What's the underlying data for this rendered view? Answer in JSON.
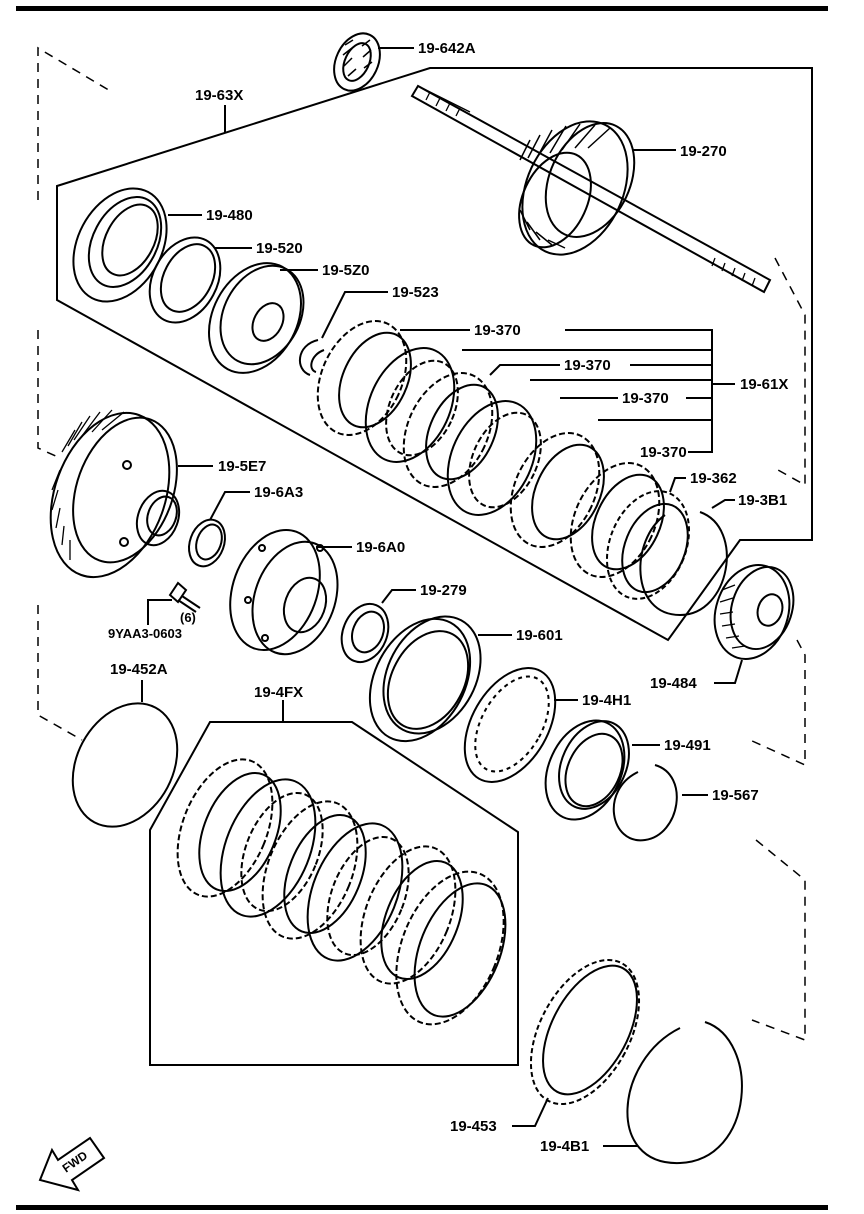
{
  "diagram": {
    "labels": {
      "p_19_642A": "19-642A",
      "p_19_63X": "19-63X",
      "p_19_270": "19-270",
      "p_19_480": "19-480",
      "p_19_520": "19-520",
      "p_19_5Z0": "19-5Z0",
      "p_19_523": "19-523",
      "p_19_370_a": "19-370",
      "p_19_370_b": "19-370",
      "p_19_370_c": "19-370",
      "p_19_370_d": "19-370",
      "p_19_61X": "19-61X",
      "p_19_362": "19-362",
      "p_19_3B1": "19-3B1",
      "p_19_5E7": "19-5E7",
      "p_19_6A3": "19-6A3",
      "p_19_6A0": "19-6A0",
      "p_19_279": "19-279",
      "p_19_601": "19-601",
      "p_bolt_qty": "(6)",
      "p_9YAA3_0603": "9YAA3-0603",
      "p_19_452A": "19-452A",
      "p_19_4FX": "19-4FX",
      "p_19_4H1": "19-4H1",
      "p_19_484": "19-484",
      "p_19_491": "19-491",
      "p_19_567": "19-567",
      "p_19_453": "19-453",
      "p_19_4B1": "19-4B1"
    },
    "fwd_label": "FWD",
    "colors": {
      "ink": "#000000",
      "paper": "#ffffff"
    }
  }
}
